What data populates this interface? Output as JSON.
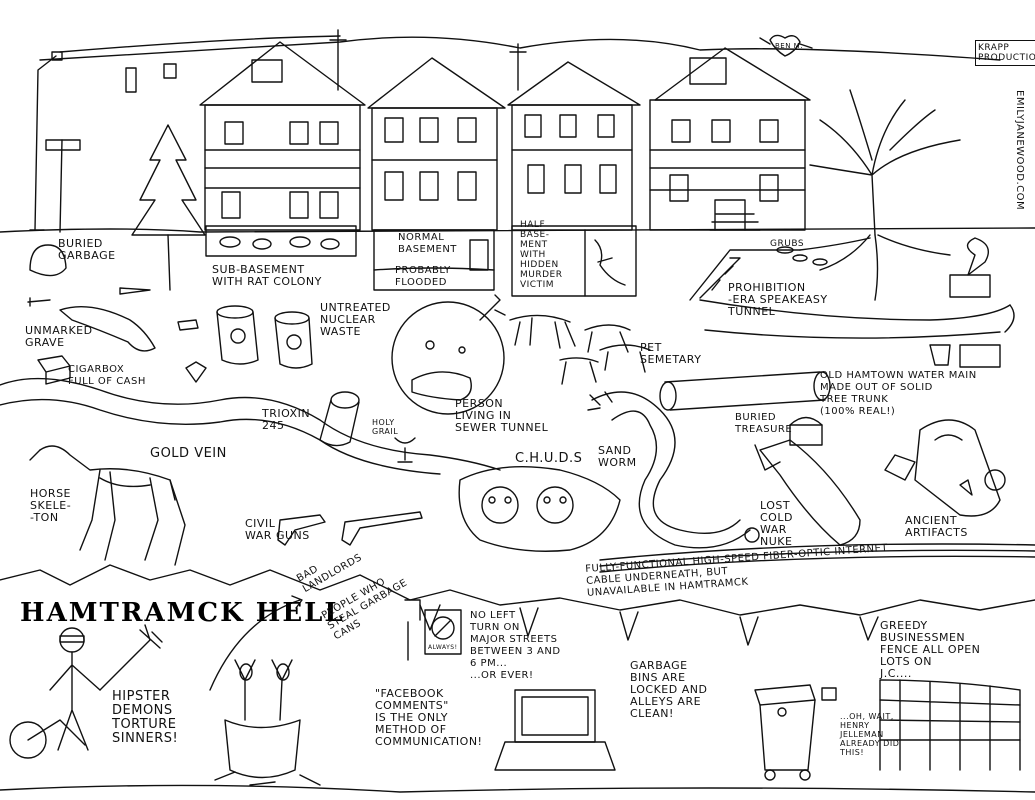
{
  "labels": {
    "buried_garbage": "BURIED\nGARBAGE",
    "sub_basement": "SUB-BASEMENT\nWITH RAT COLONY",
    "normal_basement": "NORMAL\nBASEMENT",
    "probably_flooded": "PROBABLY\nFLOODED",
    "half_basement": "HALF\nBASE-\nMENT\nWITH\nHIDDEN\nMURDER\nVICTIM",
    "grubs": "GRUBS",
    "speakeasy": "PROHIBITION\n-ERA SPEAKEASY\nTUNNEL",
    "unmarked_grave": "UNMARKED\nGRAVE",
    "nuclear_waste": "UNTREATED\nNUCLEAR\nWASTE",
    "pet_semetary": "PET\nSEMETARY",
    "cigar_box": "CIGARBOX\nFULL OF CASH",
    "water_main": "OLD HAMTOWN WATER MAIN\nMADE OUT OF SOLID\nTREE TRUNK\n(100% REAL!)",
    "trioxin": "TRIOXIN\n245",
    "holy_grail": "HOLY\nGRAIL",
    "sewer_person": "PERSON\nLIVING IN\nSEWER TUNNEL",
    "sand_worm": "SAND\nWORM",
    "buried_treasure": "BURIED\nTREASURE",
    "gold_vein": "GOLD VEIN",
    "chuds": "C.H.U.D.s",
    "horse_skeleton": "HORSE\nSKELE-\n-TON",
    "civil_war_guns": "CIVIL\nWAR GUNS",
    "cold_war_nuke": "LOST\nCOLD\nWAR\nNUKE",
    "ancient_artifacts": "ANCIENT\nARTIFACTS",
    "fiber_internet": "FULLY-FUNCTIONAL HIGH-SPEED FIBER-OPTIC INTERNET\nCABLE UNDERNEATH, BUT\nUNAVAILABLE IN HAMTRAMCK",
    "bad_landlords": "BAD\nLANDLORDS",
    "garbage_thieves": "PEOPLE WHO\nSTEAL GARBAGE\nCANS",
    "no_left_turn": "NO LEFT\nTURN ON\nMAJOR STREETS\nBETWEEN 3 AND\n6 PM...\n...OR EVER!",
    "always": "ALWAYS!",
    "greedy_businessmen": "GREEDY\nBUSINESSMEN\nFENCE ALL OPEN\nLOTS ON\nJ.C....",
    "garbage_bins": "GARBAGE\nBINS ARE\nLOCKED AND\nALLEYS ARE\nCLEAN!",
    "hipster_demons": "HIPSTER\nDEMONS\nTORTURE\nSINNERS!",
    "facebook_comments": "\"FACEBOOK\nCOMMENTS\"\nIS THE ONLY\nMETHOD OF\nCOMMUNICATION!",
    "henry_jelleman": "...OH, WAIT,\nHENRY\nJELLEMAN\nALREADY DID\nTHIS!"
  },
  "title": "HAMTRAMCK HELL",
  "credit": {
    "krapp": "KRAPP\nPRODUCTION",
    "website": "EMILYJANEWOOD.COM",
    "sign": "BEN M."
  }
}
